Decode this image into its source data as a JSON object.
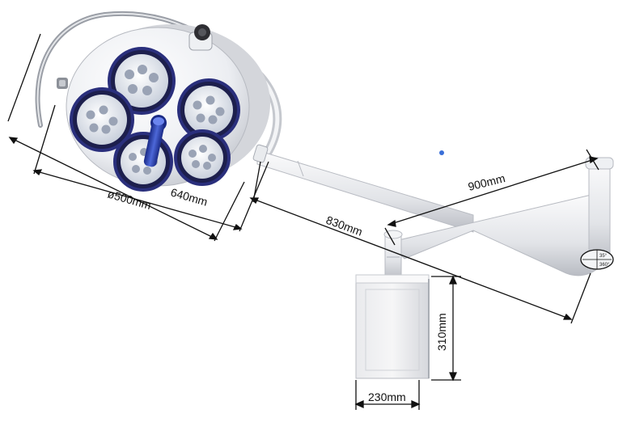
{
  "dimensions": {
    "lamp_diameter": "ø500mm",
    "lamp_overall_width": "640mm",
    "arm_length": "830mm",
    "arm_span": "900mm",
    "box_height": "310mm",
    "box_width": "230mm"
  },
  "joint_marks": {
    "upper": "35°",
    "lower": "360°"
  },
  "colors": {
    "body": "#ecedf0",
    "body_shadow": "#c9ccd2",
    "ring": "#2a2f7c",
    "handle": "#2b3fa8",
    "lens": "#e7ebf2",
    "line": "#111111"
  },
  "icons": {
    "led_module": "led-module-icon",
    "sterile_handle": "handle-icon"
  }
}
